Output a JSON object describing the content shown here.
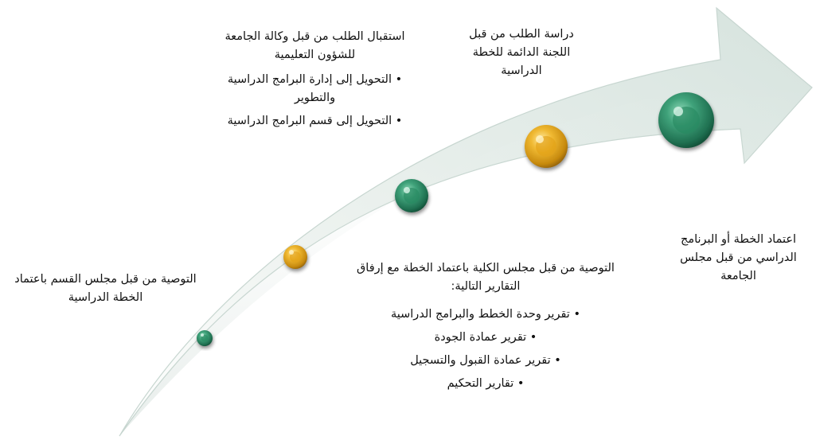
{
  "diagram": {
    "colors": {
      "arrow_light": "#f7faf8",
      "arrow_dark": "#c9d8d2",
      "arrow_edge": "#b9cbc4",
      "green_dot": "#2e8a66",
      "gold_dot": "#d9a21b"
    },
    "steps": [
      {
        "color": "green",
        "text": "التوصية من قبل مجلس القسم باعتماد الخطة الدراسية"
      },
      {
        "color": "gold",
        "text": "استقبال  الطلب من قبل وكالة الجامعة للشؤون التعليمية",
        "bullets": [
          "التحويل إلى إدارة البرامج الدراسية والتطوير",
          "التحويل إلى قسم البرامج الدراسية"
        ]
      },
      {
        "color": "green",
        "text": "التوصية من قبل مجلس الكلية باعتماد الخطة مع إرفاق التقارير التالية:",
        "bullets": [
          "تقرير وحدة الخطط والبرامج الدراسية",
          "تقرير عمادة الجودة",
          "تقرير عمادة القبول والتسجيل",
          "تقارير التحكيم"
        ]
      },
      {
        "color": "gold",
        "text": "دراسة الطلب من قبل اللجنة الدائمة للخطة الدراسية"
      },
      {
        "color": "green",
        "text": "اعتماد الخطة أو البرنامج الدراسي من قبل مجلس الجامعة"
      }
    ]
  }
}
